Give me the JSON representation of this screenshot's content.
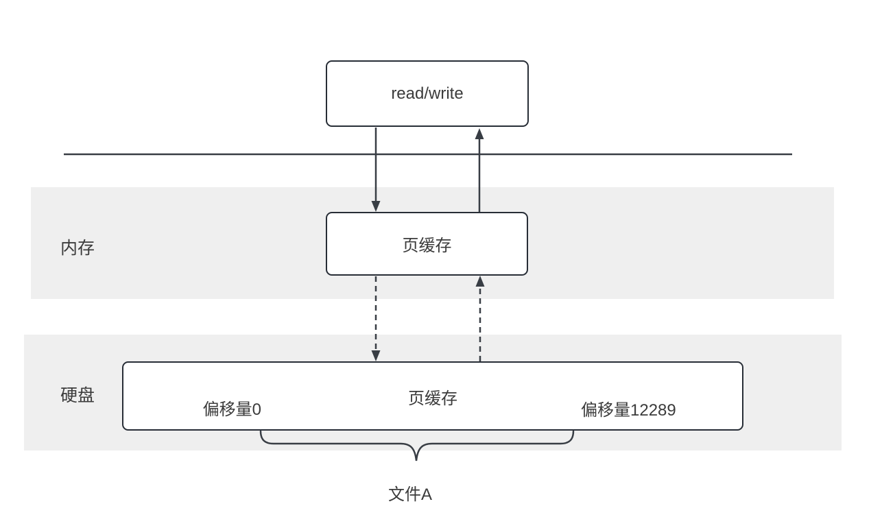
{
  "colors": {
    "band_background": "#efefef",
    "node_border": "#272d36",
    "line": "#383d44",
    "text": "#3b3b3b"
  },
  "top_node": {
    "label": "read/write"
  },
  "memory_band": {
    "label": "内存",
    "node_label": "页缓存"
  },
  "disk_band": {
    "label": "硬盘",
    "node": {
      "offset_start": "偏移量0",
      "center_label": "页缓存",
      "offset_end": "偏移量12289"
    }
  },
  "file_brace": {
    "label": "文件A"
  }
}
